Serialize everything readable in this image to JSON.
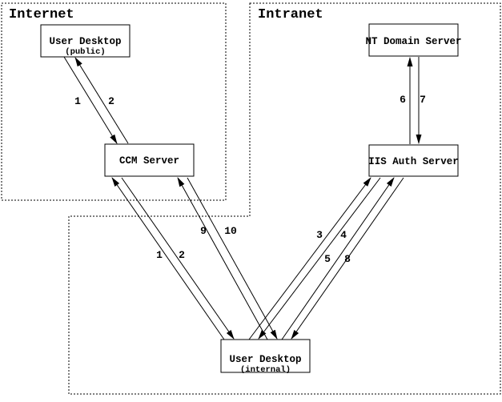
{
  "diagram": {
    "colors": {
      "ink": "#000000",
      "background": "#ffffff"
    },
    "zones": [
      {
        "id": "internet",
        "label": "Internet"
      },
      {
        "id": "intranet",
        "label": "Intranet"
      }
    ],
    "nodes": [
      {
        "id": "user-desktop-public",
        "title": "User Desktop",
        "subtitle": "(public)",
        "zone": "Internet"
      },
      {
        "id": "ccm-server",
        "title": "CCM Server",
        "subtitle": "",
        "zone": "Internet"
      },
      {
        "id": "nt-domain-server",
        "title": "NT Domain Server",
        "subtitle": "",
        "zone": "Intranet"
      },
      {
        "id": "iis-auth-server",
        "title": "IIS Auth Server",
        "subtitle": "",
        "zone": "Intranet"
      },
      {
        "id": "user-desktop-internal",
        "title": "User Desktop",
        "subtitle": "(internal)",
        "zone": "Intranet"
      }
    ],
    "flows": [
      {
        "label": "1",
        "from": "User Desktop (public)",
        "to": "CCM Server"
      },
      {
        "label": "2",
        "from": "CCM Server",
        "to": "User Desktop (public)"
      },
      {
        "label": "1",
        "from": "User Desktop (internal)",
        "to": "CCM Server"
      },
      {
        "label": "2",
        "from": "CCM Server",
        "to": "User Desktop (internal)"
      },
      {
        "label": "9",
        "from": "User Desktop (internal)",
        "to": "CCM Server"
      },
      {
        "label": "10",
        "from": "CCM Server",
        "to": "User Desktop (internal)"
      },
      {
        "label": "3",
        "from": "User Desktop (internal)",
        "to": "IIS Auth Server"
      },
      {
        "label": "4",
        "from": "IIS Auth Server",
        "to": "User Desktop (internal)"
      },
      {
        "label": "5",
        "from": "User Desktop (internal)",
        "to": "IIS Auth Server"
      },
      {
        "label": "8",
        "from": "IIS Auth Server",
        "to": "User Desktop (internal)"
      },
      {
        "label": "6",
        "from": "IIS Auth Server",
        "to": "NT Domain Server"
      },
      {
        "label": "7",
        "from": "NT Domain Server",
        "to": "IIS Auth Server"
      }
    ]
  }
}
